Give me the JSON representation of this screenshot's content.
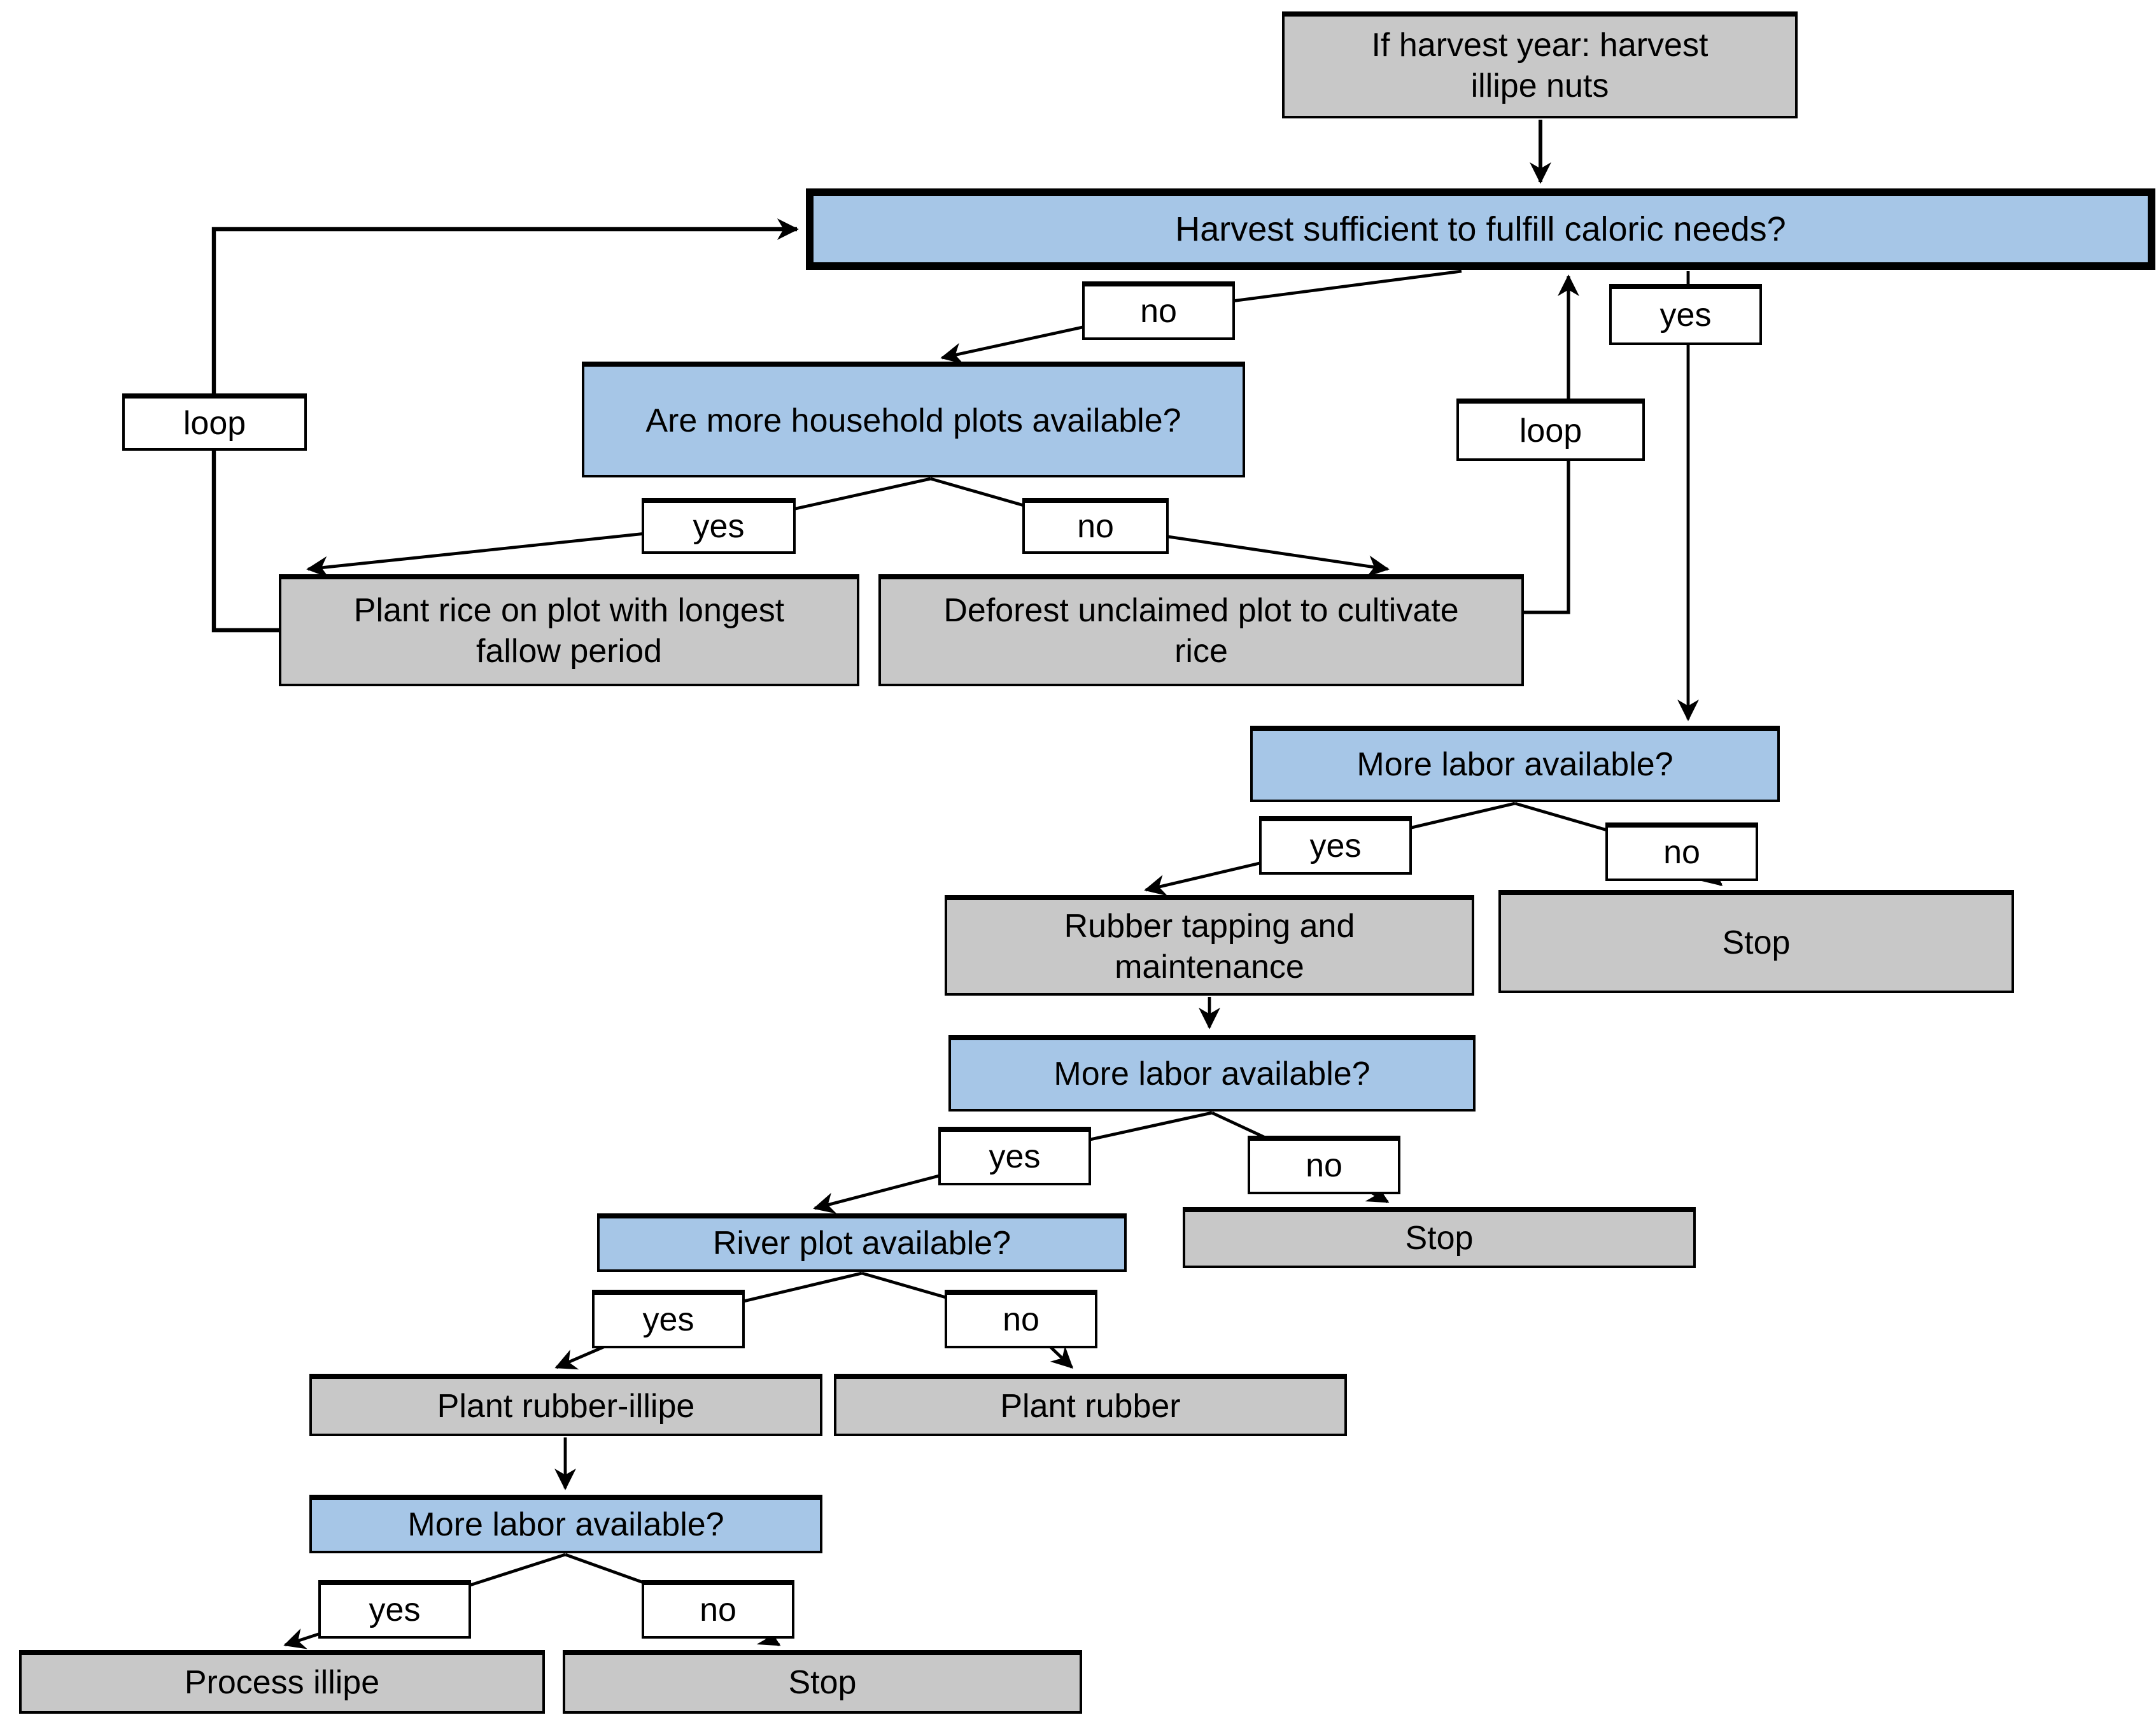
{
  "diagram": {
    "type": "flowchart",
    "background": "#ffffff",
    "colors": {
      "decision_fill": "#a6c6e7",
      "action_fill": "#c8c8c8",
      "label_fill": "#ffffff",
      "border": "#000000"
    },
    "nodes": {
      "start": {
        "type": "action",
        "label": "If harvest year: harvest\nillipe nuts"
      },
      "caloric": {
        "type": "decision",
        "label": "Harvest sufficient to fulfill caloric needs?"
      },
      "household_plots": {
        "type": "decision",
        "label": "Are more household plots available?"
      },
      "plant_rice": {
        "type": "action",
        "label": "Plant rice on plot with longest\nfallow period"
      },
      "deforest": {
        "type": "action",
        "label": "Deforest unclaimed plot to cultivate\nrice"
      },
      "more_labor_1": {
        "type": "decision",
        "label": "More labor available?"
      },
      "rubber_tapping": {
        "type": "action",
        "label": "Rubber tapping and\nmaintenance"
      },
      "stop_1": {
        "type": "action",
        "label": "Stop"
      },
      "more_labor_2": {
        "type": "decision",
        "label": "More labor available?"
      },
      "river_plot": {
        "type": "decision",
        "label": "River plot available?"
      },
      "stop_2": {
        "type": "action",
        "label": "Stop"
      },
      "plant_rubber_illipe": {
        "type": "action",
        "label": "Plant rubber-illipe"
      },
      "plant_rubber": {
        "type": "action",
        "label": "Plant rubber"
      },
      "more_labor_3": {
        "type": "decision",
        "label": "More labor available?"
      },
      "process_illipe": {
        "type": "action",
        "label": "Process illipe"
      },
      "stop_3": {
        "type": "action",
        "label": "Stop"
      }
    },
    "edge_labels": {
      "yes": "yes",
      "no": "no",
      "loop": "loop"
    }
  }
}
